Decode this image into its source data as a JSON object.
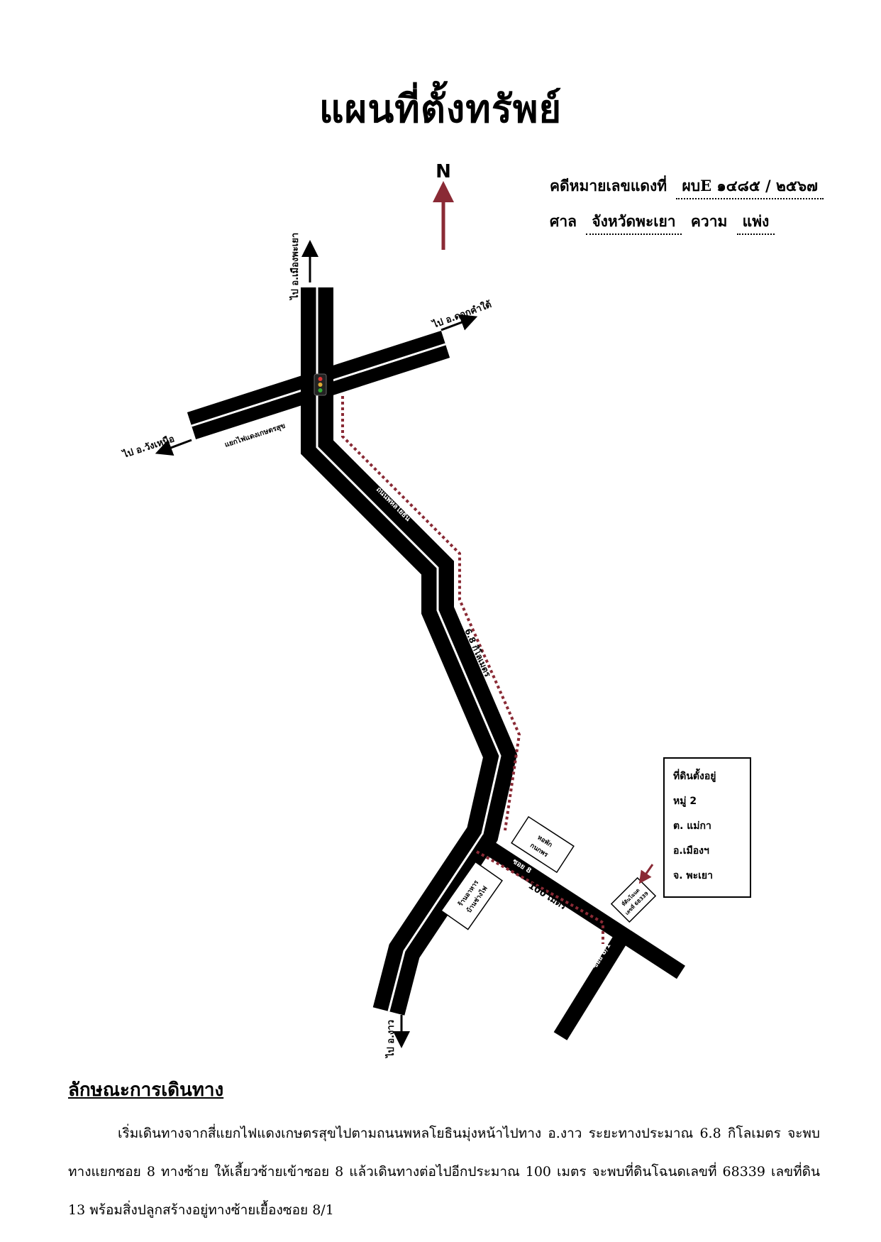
{
  "title": "แผนที่ตั้งทรัพย์",
  "case": {
    "red_number_label": "คดีหมายเลขแดงที่",
    "red_number": "ผบE ๑๔๘๕ / ๒๕๖๗",
    "court_label": "ศาล",
    "court": "จังหวัดพะเยา",
    "case_type_label": "ความ",
    "case_type": "แพ่ง"
  },
  "map": {
    "north": "N",
    "to_north": "ไป อ.เมืองพะเยา",
    "to_east": "ไป อ.ดอกคำใต้",
    "to_west": "ไป อ.วังเหนือ",
    "to_south": "ไป อ.งาว",
    "intersection": "แยกไฟแดงเกษตรสุข",
    "main_road": "ถนนพหลโยธิน",
    "distance_main": "6.8 กิโลเมตร",
    "soi": "ซอย 8",
    "distance_soi": "100 เมตร",
    "sub_soi": "ซอย 8/1",
    "landmark_1": [
      "หอพัก",
      "กนกพร"
    ],
    "landmark_2": [
      "ร้านอาหาร",
      "บ้านช่างไฟ"
    ],
    "deed": [
      "ที่ดินโฉนด",
      "เลขที่ 68339"
    ],
    "colors": {
      "road": "#000000",
      "route": "#8a2a35",
      "arrow_north": "#8a2a35"
    }
  },
  "land": {
    "header": "ที่ดินตั้งอยู่",
    "moo": "หมู่ 2",
    "tambon": "ต. แม่กา",
    "amphoe": "อ.เมืองฯ",
    "province": "จ. พะเยา"
  },
  "travel": {
    "heading": "ลักษณะการเดินทาง",
    "text": "เริ่มเดินทางจากสี่แยกไฟแดงเกษตรสุขไปตามถนนพหลโยธินมุ่งหน้าไปทาง อ.งาว ระยะทางประมาณ 6.8 กิโลเมตร จะพบทางแยกซอย 8 ทางซ้าย ให้เลี้ยวซ้ายเข้าซอย 8 แล้วเดินทางต่อไปอีกประมาณ 100 เมตร จะพบที่ดินโฉนดเลขที่ 68339 เลขที่ดิน 13 พร้อมสิ่งปลูกสร้างอยู่ทางซ้ายเยื้องซอย 8/1"
  }
}
